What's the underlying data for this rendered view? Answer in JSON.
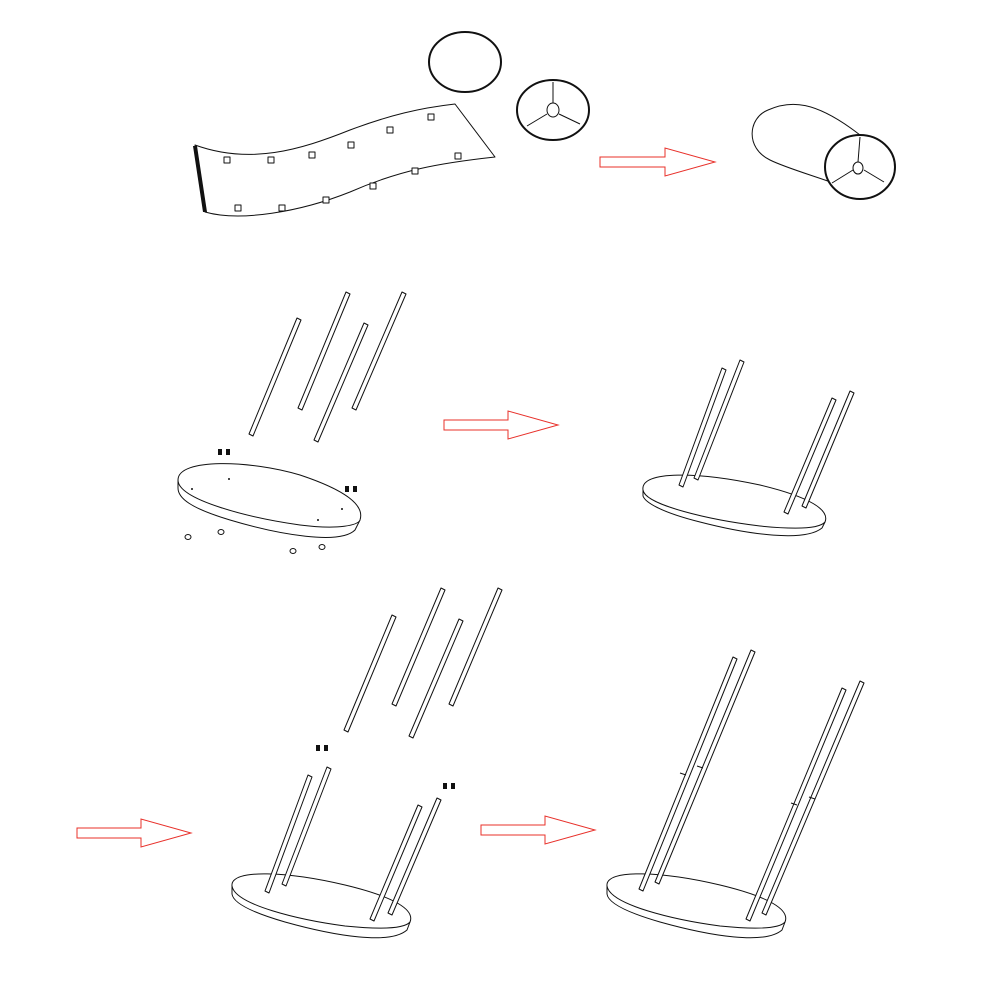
{
  "colors": {
    "line": "#111111",
    "background": "#ffffff",
    "arrow": "#e8302a"
  },
  "steps": [
    {
      "name": "roll-sheet-into-cylinder",
      "parts": [
        "perforated-sheet",
        "end-disc",
        "spoked-end-cap"
      ],
      "result": "cylinder-roll"
    },
    {
      "name": "attach-rods-to-base",
      "parts": [
        "rods",
        "base-plate",
        "connectors",
        "feet"
      ],
      "result": "base-with-rods"
    },
    {
      "name": "extend-rods",
      "parts": [
        "extension-rods",
        "connectors"
      ],
      "result": "base-with-extended-rods"
    }
  ],
  "arrow_count": 4
}
